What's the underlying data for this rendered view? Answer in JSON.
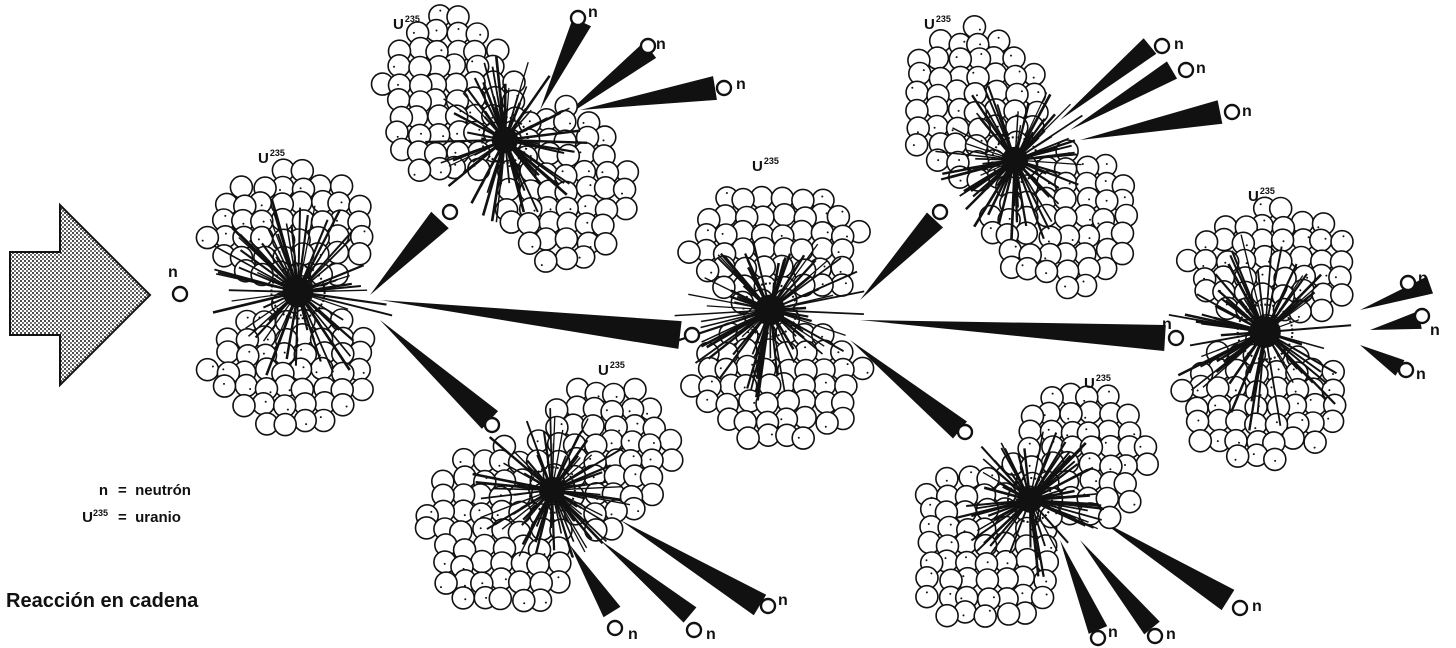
{
  "labels": {
    "uranium_prefix": "U",
    "uranium_mass": "235",
    "neutron": "n"
  },
  "legend": {
    "neutron_symbol": "n",
    "equals": "=",
    "neutron_text": "neutrón",
    "uranium_symbol": "U",
    "uranium_mass": "235",
    "uranium_text": "uranio"
  },
  "title": "Reacción en cadena",
  "colors": {
    "ink": "#111111",
    "nucleon_fill": "#ffffff",
    "background": "#ffffff"
  }
}
